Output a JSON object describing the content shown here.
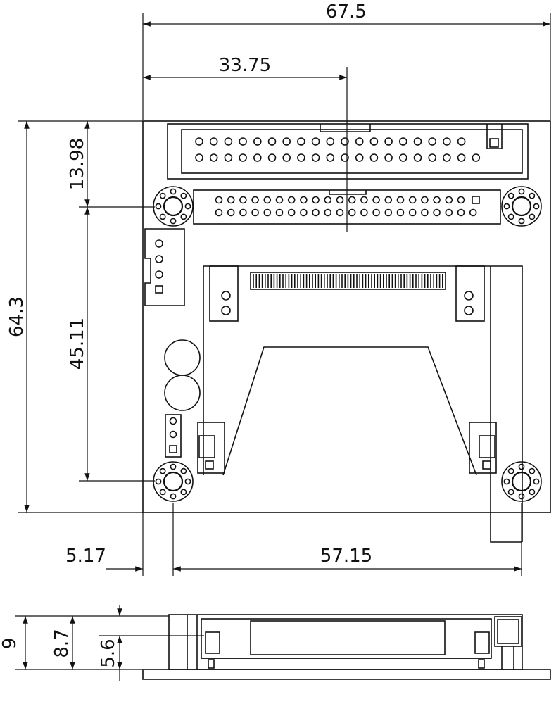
{
  "drawing": {
    "dimensions": {
      "overall_width": "67.5",
      "center_width": "33.75",
      "top_connector_height": "13.98",
      "overall_height": "64.3",
      "hole_spacing_vertical": "45.11",
      "left_offset": "5.17",
      "hole_spacing_horizontal": "57.15",
      "side_total": "9",
      "side_height_1": "8.7",
      "side_height_2": "5.6"
    }
  }
}
